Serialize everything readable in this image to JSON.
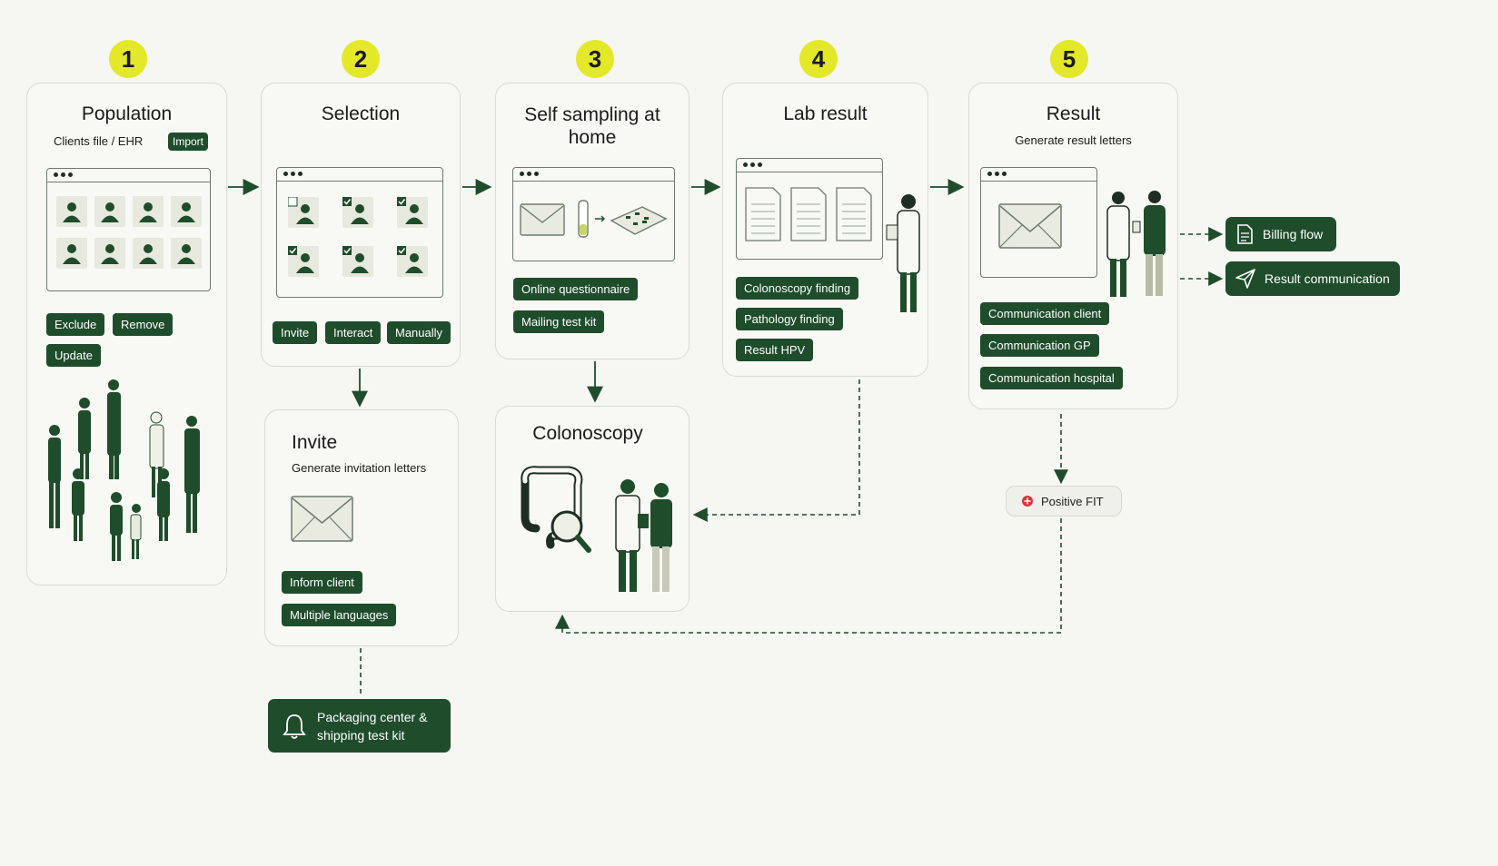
{
  "steps": [
    {
      "number": "1",
      "title": "Population",
      "subtitle": "Clients file / EHR",
      "tag": "Import",
      "actions": [
        "Exclude",
        "Remove",
        "Update"
      ]
    },
    {
      "number": "2",
      "title": "Selection",
      "actions": [
        "Invite",
        "Interact",
        "Manually"
      ]
    },
    {
      "number": "3",
      "title_line1": "Self sampling at",
      "title_line2": "home",
      "actions": [
        "Online questionnaire",
        "Mailing test kit"
      ]
    },
    {
      "number": "4",
      "title": "Lab result",
      "actions": [
        "Colonoscopy finding",
        "Pathology finding",
        "Result HPV"
      ]
    },
    {
      "number": "5",
      "title": "Result",
      "subtitle": "Generate result letters",
      "actions": [
        "Communication client",
        "Communication GP",
        "Communication hospital"
      ]
    }
  ],
  "invite": {
    "title": "Invite",
    "subtitle": "Generate invitation letters",
    "actions": [
      "Inform client",
      "Multiple languages"
    ]
  },
  "colonoscopy": {
    "title": "Colonoscopy"
  },
  "packaging": {
    "line1": "Packaging center &",
    "line2": "shipping test kit",
    "icon": "bell-icon"
  },
  "billing": {
    "label": "Billing flow",
    "icon": "document-icon"
  },
  "result_comm": {
    "label": "Result communication",
    "icon": "send-icon"
  },
  "positive_fit": {
    "label": "Positive FIT",
    "icon": "plus-circle-icon",
    "icon_color": "#d9343a"
  },
  "colors": {
    "accent": "#e3e829",
    "primary": "#1f4d2c",
    "background": "#f6f6f2"
  }
}
